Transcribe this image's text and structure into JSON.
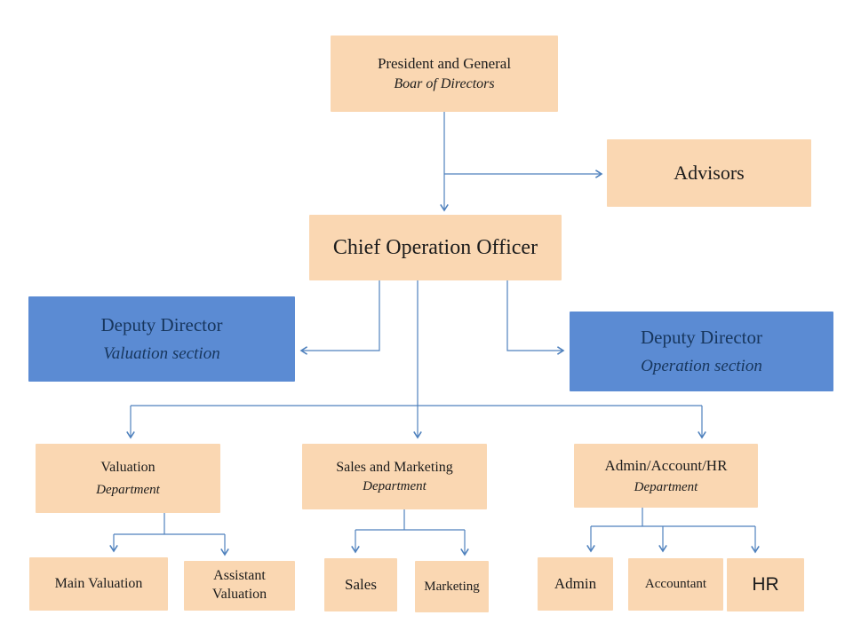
{
  "colors": {
    "node_fill_peach": "#FAD7B2",
    "node_fill_blue": "#5B8BD3",
    "connector_line": "#4F81BD",
    "text_default": "#1C1C1C",
    "text_on_blue": "#17365D"
  },
  "nodes": {
    "president": {
      "line1": "President and General",
      "line2": "Boar of Directors"
    },
    "advisors": {
      "label": "Advisors"
    },
    "coo": {
      "label": "Chief Operation Officer"
    },
    "deputy_valuation": {
      "line1": "Deputy Director",
      "line2": "Valuation section"
    },
    "deputy_operation": {
      "line1": "Deputy Director",
      "line2": "Operation section"
    },
    "dept_valuation": {
      "line1": "Valuation",
      "line2": "Department"
    },
    "dept_sales_marketing": {
      "line1": "Sales and Marketing",
      "line2": "Department"
    },
    "dept_admin_account_hr": {
      "line1": "Admin/Account/HR",
      "line2": "Department"
    },
    "main_valuation": {
      "label": "Main Valuation"
    },
    "assistant_valuation": {
      "label": "Assistant Valuation"
    },
    "sales": {
      "label": "Sales"
    },
    "marketing": {
      "label": "Marketing"
    },
    "admin": {
      "label": "Admin"
    },
    "accountant": {
      "label": "Accountant"
    },
    "hr": {
      "label": "HR"
    }
  }
}
